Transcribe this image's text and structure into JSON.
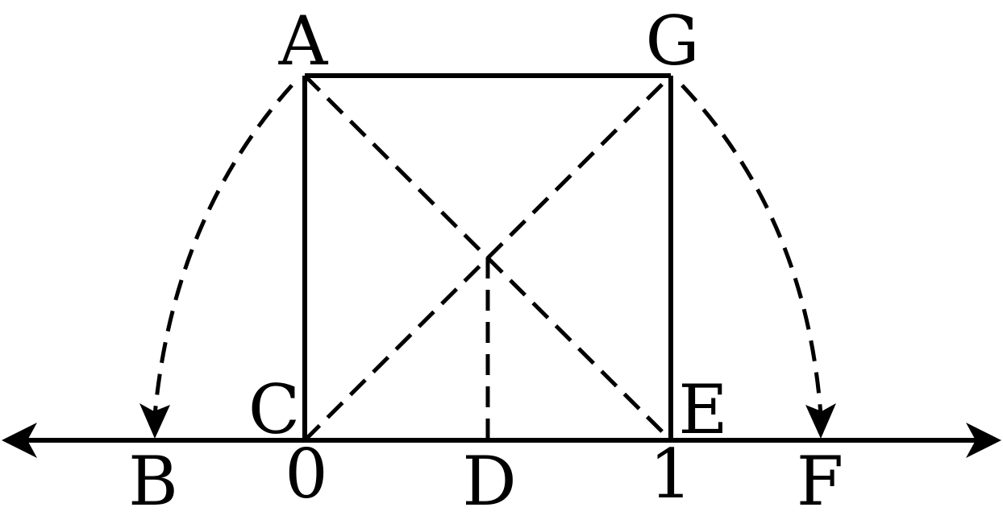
{
  "diagram": {
    "labels": {
      "a": "A",
      "g": "G",
      "c": "C",
      "e": "E",
      "b": "B",
      "d": "D",
      "f": "F",
      "zero": "0",
      "one": "1"
    }
  }
}
